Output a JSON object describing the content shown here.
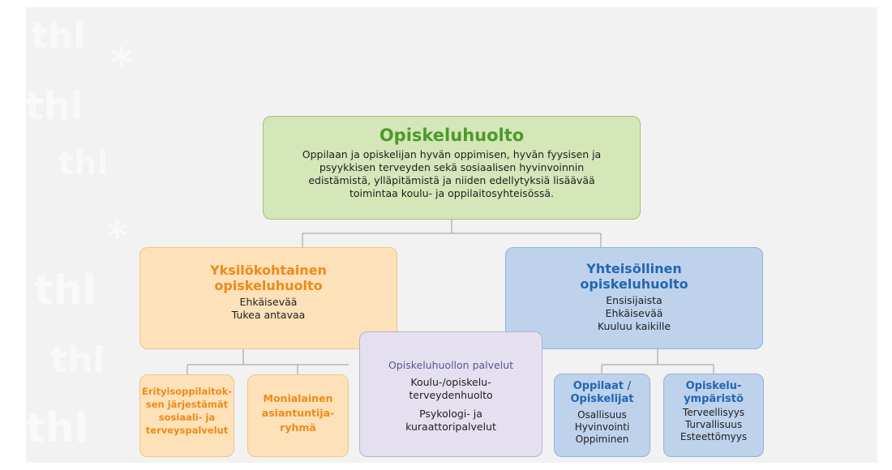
{
  "colors": {
    "background": "#f2f2f2",
    "green_fill": "#d5e6b9",
    "green_title": "#4c9a2a",
    "orange_fill": "#fde1b9",
    "orange_title": "#ee8a17",
    "blue_fill": "#bed2ec",
    "blue_title": "#2266b2",
    "purple_fill": "#e5e0ef",
    "purple_title": "#5c5496",
    "connector": "#9a9a9a"
  },
  "watermark": {
    "texts": [
      "thl",
      "*",
      "thl",
      "thl",
      "*",
      "thl",
      "thl",
      "thl"
    ]
  },
  "nodes": {
    "main": {
      "title": "Opiskeluhuolto",
      "lines": [
        "Oppilaan ja opiskelijan hyvän oppimisen, hyvän fyysisen ja",
        "psyykkisen terveyden sekä sosiaalisen hyvinvoinnin",
        "edistämistä, ylläpitämistä ja niiden edellytyksiä lisäävää",
        "toimintaa koulu- ja oppilaitosyhteisössä."
      ]
    },
    "yksilo": {
      "title_lines": [
        "Yksilökohtainen",
        "opiskeluhuolto"
      ],
      "lines": [
        "Ehkäisevää",
        "Tukea antavaa"
      ]
    },
    "yhteiso": {
      "title_lines": [
        "Yhteisöllinen",
        "opiskeluhuolto"
      ],
      "lines": [
        "Ensisijaista",
        "Ehkäisevää",
        "Kuuluu kaikille"
      ]
    },
    "palvelut": {
      "title": "Opiskeluhuollon palvelut",
      "group1": [
        "Koulu-/opiskelu-",
        "terveydenhuolto"
      ],
      "group2": [
        "Psykologi- ja",
        "kuraattoripalvelut"
      ]
    },
    "erityis": {
      "title_lines": [
        "Erityisoppilaitok-",
        "sen järjestämät",
        "sosiaali- ja",
        "terveyspalvelut"
      ]
    },
    "monialainen": {
      "title_lines": [
        "Monialainen",
        "asiantuntija-",
        "ryhmä"
      ]
    },
    "oppilaat": {
      "title_lines": [
        "Oppilaat /",
        "Opiskelijat"
      ],
      "lines": [
        "Osallisuus",
        "Hyvinvointi",
        "Oppiminen"
      ]
    },
    "ymparisto": {
      "title_lines": [
        "Opiskelu-",
        "ympäristö"
      ],
      "lines": [
        "Terveellisyys",
        "Turvallisuus",
        "Esteettömyys"
      ]
    }
  }
}
